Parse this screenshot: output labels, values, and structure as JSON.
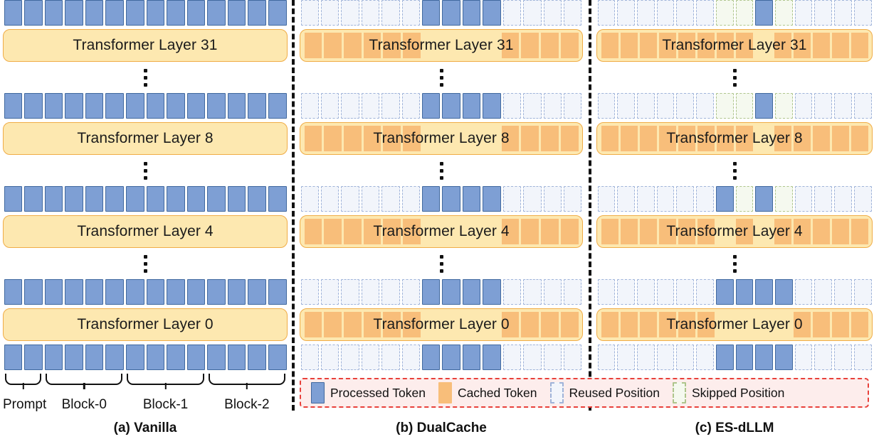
{
  "figure": {
    "title": "Token caching strategies across transformer layers",
    "colors": {
      "processed_fill": "#7E9FD4",
      "processed_border": "#41699F",
      "cached_fill": "#F8BE7A",
      "layer_fill": "#FDE8B0",
      "layer_border": "#F0AC46",
      "reused_border": "#9FB3D9",
      "skipped_border": "#AEC58C",
      "legend_border": "#E8403A",
      "legend_fill": "#FDEDEC"
    },
    "num_positions": 14,
    "layer_labels": {
      "l31": "Transformer Layer 31",
      "l8": "Transformer Layer 8",
      "l4": "Transformer Layer 4",
      "l0": "Transformer Layer 0"
    }
  },
  "panels": [
    {
      "id": "a",
      "caption": "(a) Vanilla",
      "rows": {
        "top31": [
          "processed",
          "processed",
          "processed",
          "processed",
          "processed",
          "processed",
          "processed",
          "processed",
          "processed",
          "processed",
          "processed",
          "processed",
          "processed",
          "processed"
        ],
        "top8": [
          "processed",
          "processed",
          "processed",
          "processed",
          "processed",
          "processed",
          "processed",
          "processed",
          "processed",
          "processed",
          "processed",
          "processed",
          "processed",
          "processed"
        ],
        "top4": [
          "processed",
          "processed",
          "processed",
          "processed",
          "processed",
          "processed",
          "processed",
          "processed",
          "processed",
          "processed",
          "processed",
          "processed",
          "processed",
          "processed"
        ],
        "top0": [
          "processed",
          "processed",
          "processed",
          "processed",
          "processed",
          "processed",
          "processed",
          "processed",
          "processed",
          "processed",
          "processed",
          "processed",
          "processed",
          "processed"
        ],
        "bottom": [
          "processed",
          "processed",
          "processed",
          "processed",
          "processed",
          "processed",
          "processed",
          "processed",
          "processed",
          "processed",
          "processed",
          "processed",
          "processed",
          "processed"
        ]
      },
      "cache31": [
        "empty",
        "empty",
        "empty",
        "empty",
        "empty",
        "empty",
        "empty",
        "empty",
        "empty",
        "empty",
        "empty",
        "empty",
        "empty",
        "empty"
      ],
      "cache8": [
        "empty",
        "empty",
        "empty",
        "empty",
        "empty",
        "empty",
        "empty",
        "empty",
        "empty",
        "empty",
        "empty",
        "empty",
        "empty",
        "empty"
      ],
      "cache4": [
        "empty",
        "empty",
        "empty",
        "empty",
        "empty",
        "empty",
        "empty",
        "empty",
        "empty",
        "empty",
        "empty",
        "empty",
        "empty",
        "empty"
      ],
      "cache0": [
        "empty",
        "empty",
        "empty",
        "empty",
        "empty",
        "empty",
        "empty",
        "empty",
        "empty",
        "empty",
        "empty",
        "empty",
        "empty",
        "empty"
      ],
      "braces": [
        {
          "label": "Prompt",
          "span": 2
        },
        {
          "label": "Block-0",
          "span": 4
        },
        {
          "label": "Block-1",
          "span": 4
        },
        {
          "label": "Block-2",
          "span": 4
        }
      ]
    },
    {
      "id": "b",
      "caption": "(b) DualCache",
      "rows": {
        "top31": [
          "reused",
          "reused",
          "reused",
          "reused",
          "reused",
          "reused",
          "processed",
          "processed",
          "processed",
          "processed",
          "reused",
          "reused",
          "reused",
          "reused"
        ],
        "top8": [
          "reused",
          "reused",
          "reused",
          "reused",
          "reused",
          "reused",
          "processed",
          "processed",
          "processed",
          "processed",
          "reused",
          "reused",
          "reused",
          "reused"
        ],
        "top4": [
          "reused",
          "reused",
          "reused",
          "reused",
          "reused",
          "reused",
          "processed",
          "processed",
          "processed",
          "processed",
          "reused",
          "reused",
          "reused",
          "reused"
        ],
        "top0": [
          "reused",
          "reused",
          "reused",
          "reused",
          "reused",
          "reused",
          "processed",
          "processed",
          "processed",
          "processed",
          "reused",
          "reused",
          "reused",
          "reused"
        ],
        "bottom": [
          "reused",
          "reused",
          "reused",
          "reused",
          "reused",
          "reused",
          "processed",
          "processed",
          "processed",
          "processed",
          "reused",
          "reused",
          "reused",
          "reused"
        ]
      },
      "cache31": [
        "cached",
        "cached",
        "cached",
        "cached",
        "cached",
        "cached",
        "empty",
        "empty",
        "empty",
        "empty",
        "cached",
        "cached",
        "cached",
        "cached"
      ],
      "cache8": [
        "cached",
        "cached",
        "cached",
        "cached",
        "cached",
        "cached",
        "empty",
        "empty",
        "empty",
        "empty",
        "cached",
        "cached",
        "cached",
        "cached"
      ],
      "cache4": [
        "cached",
        "cached",
        "cached",
        "cached",
        "cached",
        "cached",
        "empty",
        "empty",
        "empty",
        "empty",
        "cached",
        "cached",
        "cached",
        "cached"
      ],
      "cache0": [
        "cached",
        "cached",
        "cached",
        "cached",
        "cached",
        "cached",
        "empty",
        "empty",
        "empty",
        "empty",
        "cached",
        "cached",
        "cached",
        "cached"
      ]
    },
    {
      "id": "c",
      "caption": "(c) ES-dLLM",
      "rows": {
        "top31": [
          "reused",
          "reused",
          "reused",
          "reused",
          "reused",
          "reused",
          "skipped",
          "skipped",
          "processed",
          "skipped",
          "reused",
          "reused",
          "reused",
          "reused"
        ],
        "top8": [
          "reused",
          "reused",
          "reused",
          "reused",
          "reused",
          "reused",
          "skipped",
          "skipped",
          "processed",
          "skipped",
          "reused",
          "reused",
          "reused",
          "reused"
        ],
        "top4": [
          "reused",
          "reused",
          "reused",
          "reused",
          "reused",
          "reused",
          "processed",
          "skipped",
          "processed",
          "skipped",
          "reused",
          "reused",
          "reused",
          "reused"
        ],
        "top0": [
          "reused",
          "reused",
          "reused",
          "reused",
          "reused",
          "reused",
          "processed",
          "processed",
          "processed",
          "processed",
          "reused",
          "reused",
          "reused",
          "reused"
        ],
        "bottom": [
          "reused",
          "reused",
          "reused",
          "reused",
          "reused",
          "reused",
          "processed",
          "processed",
          "processed",
          "processed",
          "reused",
          "reused",
          "reused",
          "reused"
        ]
      },
      "cache31": [
        "cached",
        "cached",
        "cached",
        "cached",
        "cached",
        "cached",
        "cached",
        "cached",
        "empty",
        "cached",
        "cached",
        "cached",
        "cached",
        "cached"
      ],
      "cache8": [
        "cached",
        "cached",
        "cached",
        "cached",
        "cached",
        "cached",
        "cached",
        "cached",
        "empty",
        "cached",
        "cached",
        "cached",
        "cached",
        "cached"
      ],
      "cache4": [
        "cached",
        "cached",
        "cached",
        "cached",
        "cached",
        "cached",
        "empty",
        "cached",
        "empty",
        "cached",
        "cached",
        "cached",
        "cached",
        "cached"
      ],
      "cache0": [
        "cached",
        "cached",
        "cached",
        "cached",
        "cached",
        "cached",
        "empty",
        "empty",
        "empty",
        "empty",
        "cached",
        "cached",
        "cached",
        "cached"
      ]
    }
  ],
  "legend": {
    "items": [
      {
        "key": "processed",
        "label": "Processed Token"
      },
      {
        "key": "cached",
        "label": "Cached Token"
      },
      {
        "key": "reused",
        "label": "Reused Position"
      },
      {
        "key": "skipped",
        "label": "Skipped Position"
      }
    ]
  }
}
